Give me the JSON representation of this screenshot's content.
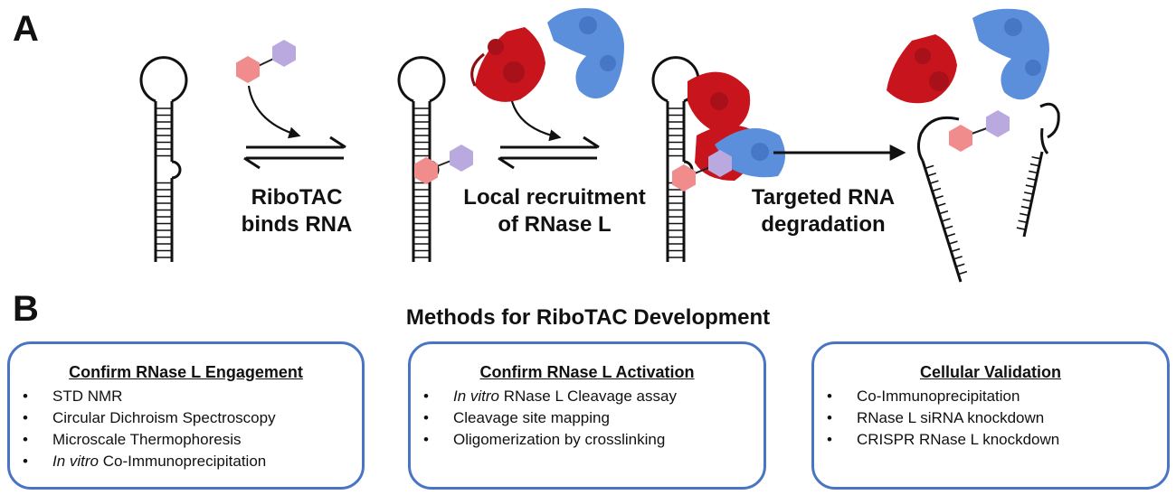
{
  "panel_a": {
    "letter": "A",
    "steps": [
      {
        "line1": "RiboTAC",
        "line2": "binds RNA"
      },
      {
        "line1": "Local recruitment",
        "line2": "of RNase L"
      },
      {
        "line1": "Targeted RNA",
        "line2": "degradation"
      }
    ]
  },
  "panel_b": {
    "letter": "B",
    "title": "Methods for RiboTAC Development",
    "boxes": [
      {
        "heading": "Confirm RNase L Engagement",
        "items": [
          {
            "italic": "",
            "text": "STD NMR"
          },
          {
            "italic": "",
            "text": "Circular Dichroism Spectroscopy"
          },
          {
            "italic": "",
            "text": "Microscale Thermophoresis"
          },
          {
            "italic": "In vitro",
            "text": " Co-Immunoprecipitation"
          }
        ]
      },
      {
        "heading": "Confirm RNase L Activation",
        "items": [
          {
            "italic": "In vitro",
            "text": " RNase L Cleavage assay"
          },
          {
            "italic": "",
            "text": "Cleavage site mapping"
          },
          {
            "italic": "",
            "text": "Oligomerization by crosslinking"
          }
        ]
      },
      {
        "heading": "Cellular Validation",
        "items": [
          {
            "italic": "",
            "text": "Co-Immunoprecipitation"
          },
          {
            "italic": "",
            "text": "RNase L siRNA knockdown"
          },
          {
            "italic": "",
            "text": "CRISPR RNase L knockdown"
          }
        ]
      }
    ]
  },
  "colors": {
    "box_border": "#4a74c4",
    "ligand_red": "#f08c8c",
    "ligand_purple": "#b9a9df",
    "protein_red": "#c8141c",
    "protein_blue": "#5b8fdc",
    "ink": "#111111"
  },
  "icons": [
    "rna-hairpin-icon",
    "ribotac-molecule-icon",
    "rnase-l-protein-icon",
    "equilibrium-arrow-icon",
    "forward-arrow-icon"
  ]
}
